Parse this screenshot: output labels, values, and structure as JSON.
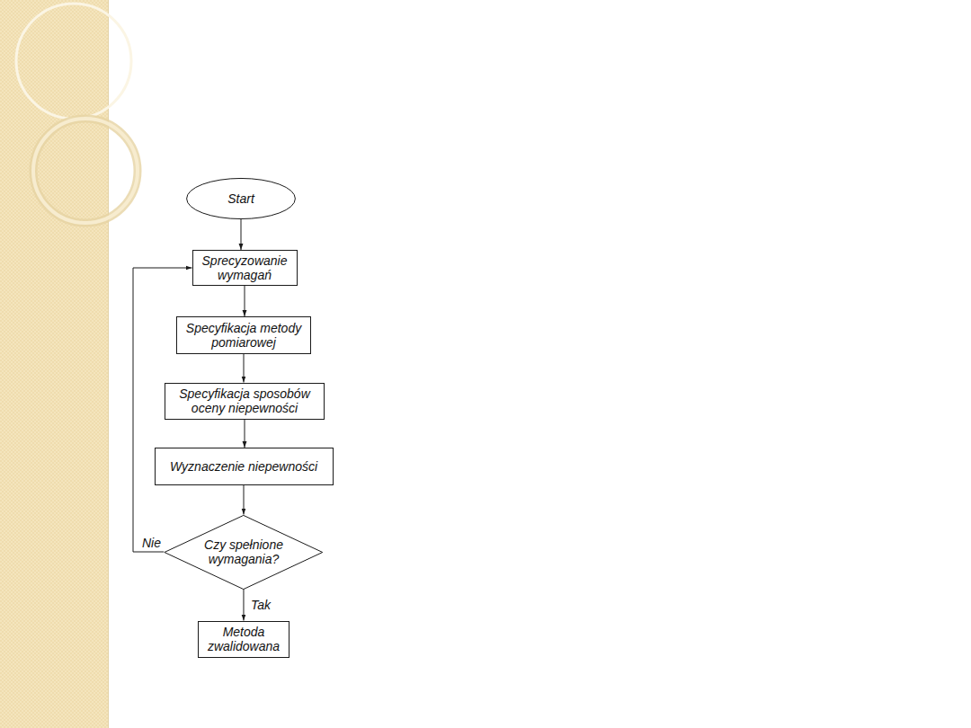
{
  "diagram": {
    "nodes": [
      {
        "text": [
          "Start"
        ]
      },
      {
        "text": [
          "Sprecyzowanie wymagań"
        ]
      },
      {
        "text": [
          "Specyfikacja metody pomiarowej"
        ]
      },
      {
        "text": [
          "Specyfikacja sposobów oceny niepewności"
        ]
      },
      {
        "text": [
          "Wyznaczenie niepewności"
        ]
      },
      {
        "text": [
          "Czy spełnione wymagania?"
        ]
      },
      {
        "text": [
          "Metoda zwalidowana"
        ]
      }
    ],
    "edges": [
      {
        "from": 0,
        "to": 1,
        "arrow": "to"
      },
      {
        "from": 1,
        "to": 2,
        "arrow": "to"
      },
      {
        "from": 2,
        "to": 3,
        "arrow": "to"
      },
      {
        "from": 3,
        "to": 4,
        "arrow": "to"
      },
      {
        "from": 4,
        "to": 5,
        "arrow": "to"
      },
      {
        "from": 5,
        "to": 6,
        "label": "Tak",
        "arrow": "to"
      },
      {
        "from": 5,
        "to": 1,
        "label": "Nie",
        "arrow": "to"
      }
    ]
  }
}
